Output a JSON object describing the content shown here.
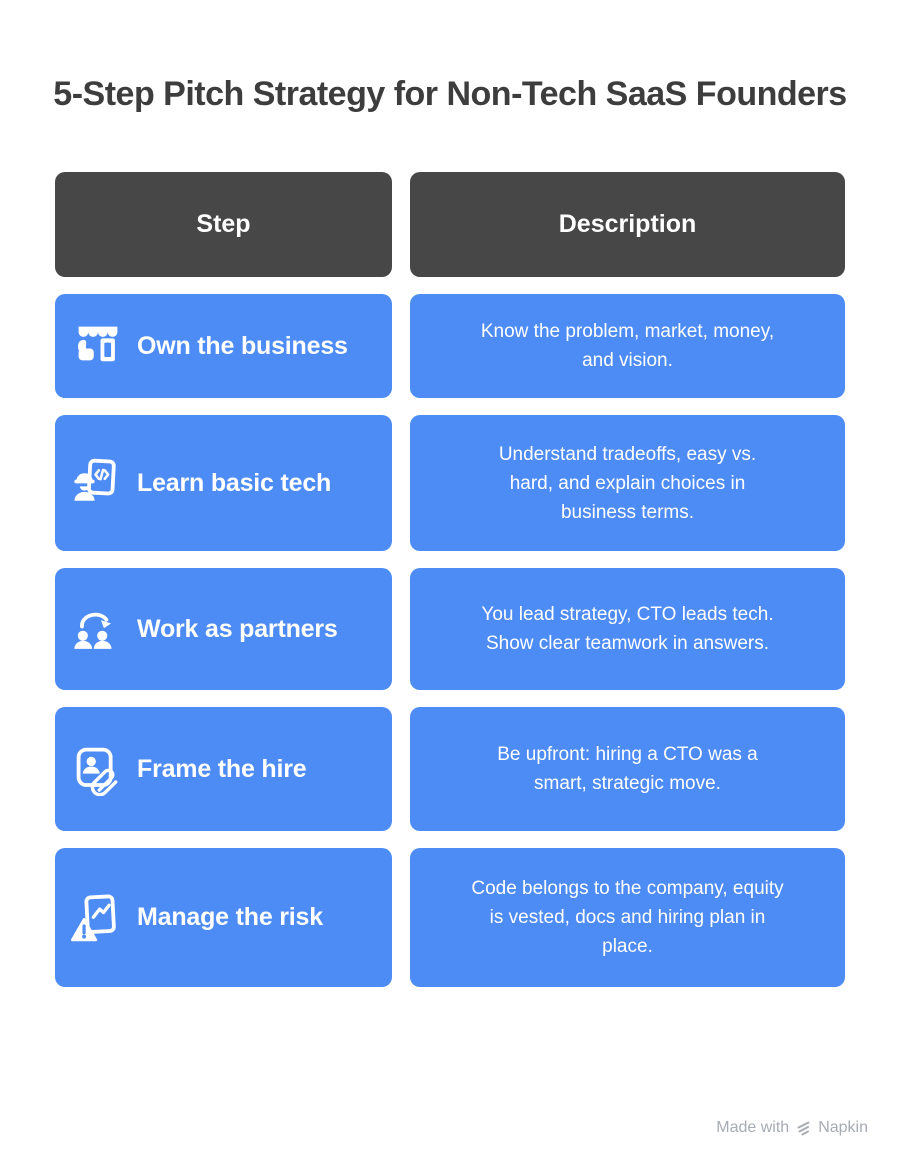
{
  "page": {
    "title": "5-Step Pitch Strategy for Non-Tech SaaS Founders"
  },
  "colors": {
    "accent_blue": "#4d8bf5",
    "header_dark": "#474747",
    "title_text": "#3d3d3d",
    "cell_text": "#ffffff",
    "footer_text": "#a7abb3"
  },
  "table": {
    "headers": [
      {
        "label": "Step"
      },
      {
        "label": "Description"
      }
    ],
    "rows": [
      {
        "icon": "storefront-thumbs-up-icon",
        "step": "Own the business",
        "description": "Know the problem, market, money,\nand vision."
      },
      {
        "icon": "engineer-code-document-icon",
        "step": "Learn basic tech",
        "description": "Understand tradeoffs, easy vs.\nhard, and explain choices in\nbusiness terms."
      },
      {
        "icon": "partners-sync-icon",
        "step": "Work as partners",
        "description": "You lead strategy, CTO leads tech.\nShow clear teamwork in answers."
      },
      {
        "icon": "id-badge-paperclip-icon",
        "step": "Frame the hire",
        "description": "Be upfront: hiring a CTO was a\nsmart, strategic move."
      },
      {
        "icon": "risk-chart-warning-icon",
        "step": "Manage the risk",
        "description": "Code belongs to the company, equity\nis vested, docs and hiring plan in\nplace."
      }
    ]
  },
  "footer": {
    "made_with": "Made with",
    "brand": "Napkin",
    "logo_icon": "napkin-logo-icon"
  }
}
